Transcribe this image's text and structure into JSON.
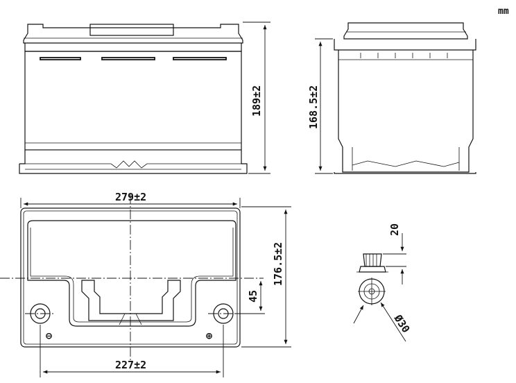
{
  "unit_label": "mm",
  "dimensions": {
    "front_height": "189±2",
    "side_height": "168.5±2",
    "top_length": "279±2",
    "top_width": "176.5±2",
    "terminal_offset": "45",
    "terminal_spacing": "227±2",
    "terminal_height": "20",
    "terminal_diameter": "Ø30"
  },
  "terminal_marks": {
    "left": "⊖",
    "right": "⊕"
  }
}
